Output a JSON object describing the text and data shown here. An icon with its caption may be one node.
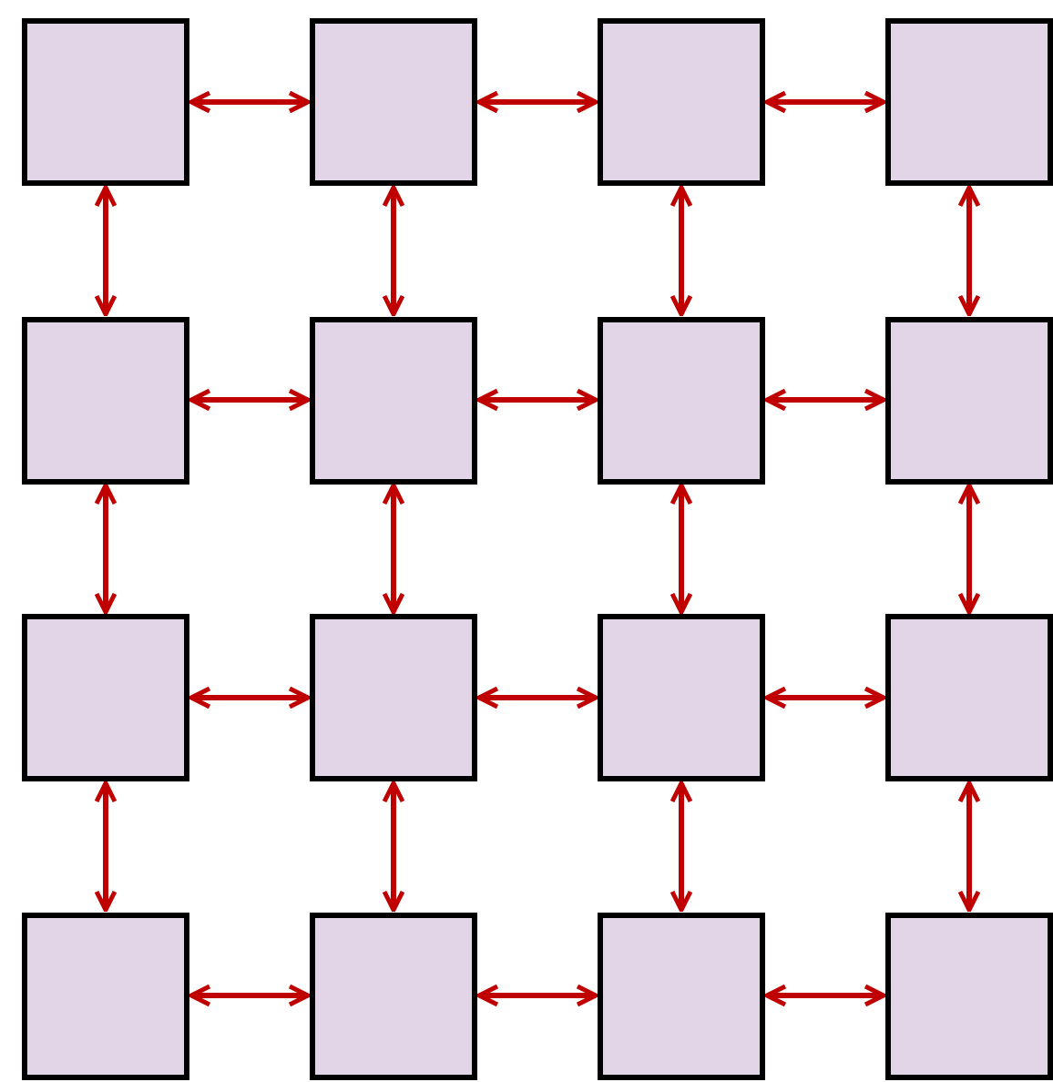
{
  "diagram": {
    "nodes": [
      {
        "text": [],
        "shape": "box"
      },
      {
        "text": [],
        "shape": "box"
      },
      {
        "text": [],
        "shape": "box"
      },
      {
        "text": [],
        "shape": "box"
      },
      {
        "text": [],
        "shape": "box"
      },
      {
        "text": [],
        "shape": "box"
      },
      {
        "text": [],
        "shape": "box"
      },
      {
        "text": [],
        "shape": "box"
      },
      {
        "text": [],
        "shape": "box"
      },
      {
        "text": [],
        "shape": "box"
      },
      {
        "text": [],
        "shape": "box"
      },
      {
        "text": [],
        "shape": "box"
      },
      {
        "text": [],
        "shape": "box"
      },
      {
        "text": [],
        "shape": "box"
      },
      {
        "text": [],
        "shape": "box"
      },
      {
        "text": [],
        "shape": "box"
      }
    ],
    "edges": [
      {
        "from": 0,
        "to": 1,
        "arrow": "both"
      },
      {
        "from": 1,
        "to": 2,
        "arrow": "both"
      },
      {
        "from": 2,
        "to": 3,
        "arrow": "both"
      },
      {
        "from": 0,
        "to": 4,
        "arrow": "both"
      },
      {
        "from": 1,
        "to": 5,
        "arrow": "both"
      },
      {
        "from": 2,
        "to": 6,
        "arrow": "both"
      },
      {
        "from": 3,
        "to": 7,
        "arrow": "both"
      },
      {
        "from": 4,
        "to": 5,
        "arrow": "both"
      },
      {
        "from": 5,
        "to": 6,
        "arrow": "both"
      },
      {
        "from": 6,
        "to": 7,
        "arrow": "both"
      },
      {
        "from": 4,
        "to": 8,
        "arrow": "both"
      },
      {
        "from": 5,
        "to": 9,
        "arrow": "both"
      },
      {
        "from": 6,
        "to": 10,
        "arrow": "both"
      },
      {
        "from": 7,
        "to": 11,
        "arrow": "both"
      },
      {
        "from": 8,
        "to": 9,
        "arrow": "both"
      },
      {
        "from": 9,
        "to": 10,
        "arrow": "both"
      },
      {
        "from": 10,
        "to": 11,
        "arrow": "both"
      },
      {
        "from": 8,
        "to": 12,
        "arrow": "both"
      },
      {
        "from": 9,
        "to": 13,
        "arrow": "both"
      },
      {
        "from": 10,
        "to": 14,
        "arrow": "both"
      },
      {
        "from": 11,
        "to": 15,
        "arrow": "both"
      },
      {
        "from": 12,
        "to": 13,
        "arrow": "both"
      },
      {
        "from": 13,
        "to": 14,
        "arrow": "both"
      },
      {
        "from": 14,
        "to": 15,
        "arrow": "both"
      }
    ]
  }
}
